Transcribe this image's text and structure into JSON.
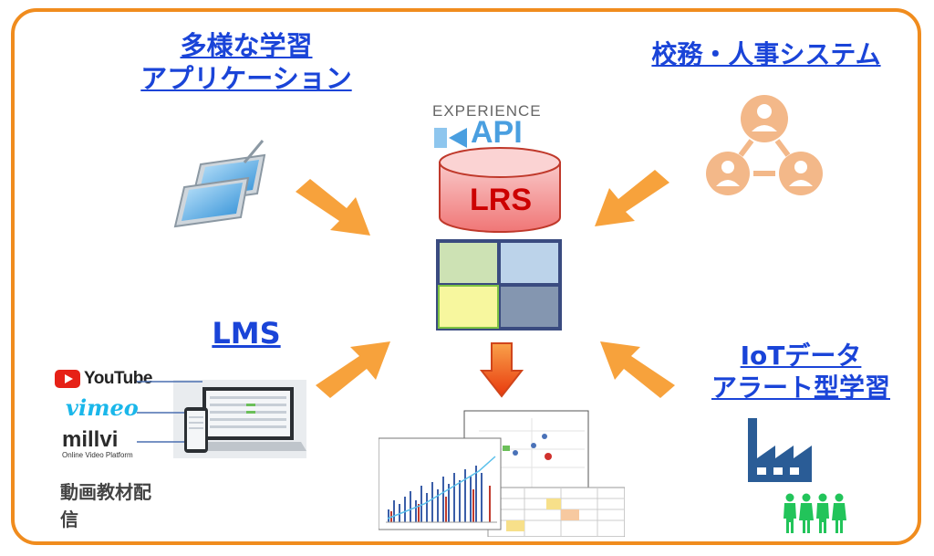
{
  "labels": {
    "apps_line1": "多様な学習",
    "apps_line2": "アプリケーション",
    "hr": "校務・人事システム",
    "lms": "LMS",
    "iot_line1": "IoTデータ",
    "iot_line2": "アラート型学習"
  },
  "center": {
    "xapi_top": "EXPERIENCE",
    "xapi_bottom": "API",
    "lrs": "LRS"
  },
  "video": {
    "youtube": "YouTube",
    "vimeo": "vimeo",
    "millvi": "millvi",
    "millvi_tagline": "Online Video Platform",
    "caption_line1": "動画教材配",
    "caption_line2": "信"
  },
  "colors": {
    "frame": "#f08c1e",
    "arrow": "#f7a23c",
    "label": "#1a44d8",
    "lrs_text": "#cc0000",
    "grid_green": "#cde2b4",
    "grid_blue": "#bcd3ea",
    "grid_yellow": "#f7f79e",
    "grid_slate": "#8496b0",
    "people_orange": "#f3b889",
    "factory": "#2a5c96",
    "workers": "#22c45a"
  },
  "icons": [
    "tablet-stack-icon",
    "people-network-icon",
    "database-icon",
    "factory-icon",
    "workers-icon",
    "laptop-icon",
    "down-arrow-icon"
  ]
}
